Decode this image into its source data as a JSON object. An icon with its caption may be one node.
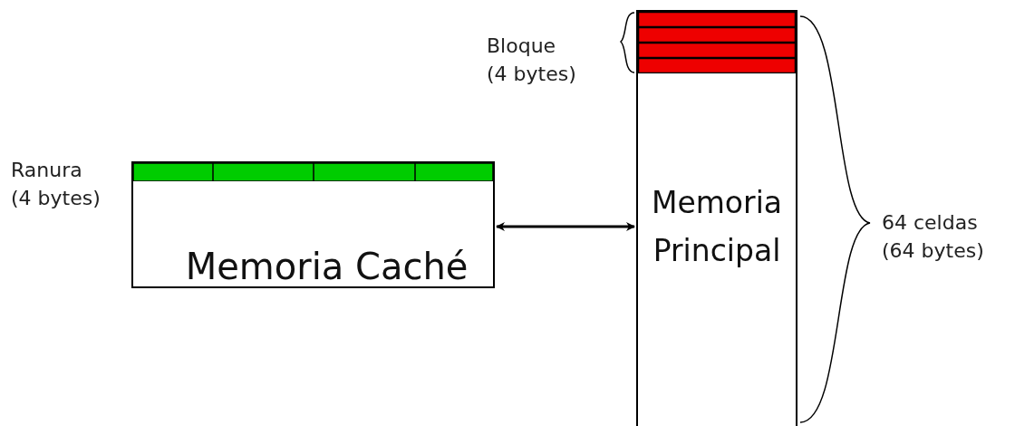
{
  "diagram": {
    "nodes": [
      {
        "text": [
          "Memoria Caché"
        ]
      },
      {
        "text": [
          "Memoria Principal"
        ]
      }
    ],
    "edges": [
      {
        "from": 0,
        "to": 1,
        "arrow": "both"
      }
    ],
    "labels": [
      "Bloque (4 bytes)",
      "Ranura (4 bytes)",
      "64 celdas (64 bytes)"
    ]
  }
}
